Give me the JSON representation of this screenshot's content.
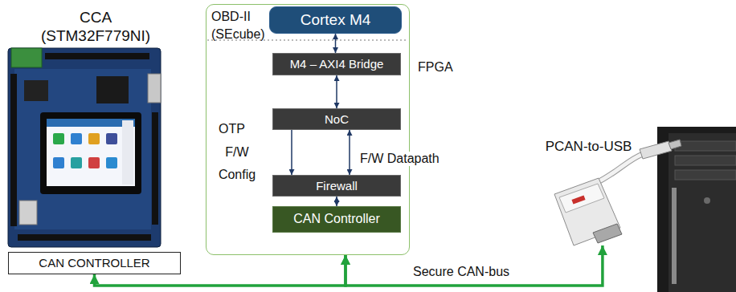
{
  "diagram": {
    "nodes": [
      {
        "text": [
          "CCA (STM32F779NI)"
        ]
      },
      {
        "text": [
          "CAN CONTROLLER"
        ],
        "in": 0
      },
      {
        "text": [
          "OBD-II (SEcube)"
        ]
      },
      {
        "text": [
          "Cortex M4"
        ],
        "in": 2
      },
      {
        "text": [
          "M4 – AXI4 Bridge"
        ],
        "in": 2
      },
      {
        "text": [
          "NoC"
        ],
        "in": 2
      },
      {
        "text": [
          "Firewall"
        ],
        "in": 2
      },
      {
        "text": [
          "CAN Controller"
        ],
        "in": 2
      },
      {
        "text": [
          "PCAN-to-USB"
        ]
      }
    ],
    "edges": [
      {
        "from": 1,
        "to": 2,
        "arrow": "both"
      },
      {
        "from": 2,
        "to": 8,
        "label": "Secure CAN-bus",
        "arrow": "both"
      },
      {
        "from": 3,
        "to": 4,
        "arrow": "both"
      },
      {
        "from": 4,
        "to": 5,
        "arrow": "both"
      },
      {
        "from": 5,
        "to": 6,
        "label": "F/W Config",
        "arrow": "to"
      },
      {
        "from": 5,
        "to": 6,
        "label": "F/W Datapath",
        "arrow": "both"
      },
      {
        "from": 6,
        "to": 7,
        "arrow": "both"
      }
    ],
    "labels": [
      "FPGA",
      "OTP"
    ]
  }
}
